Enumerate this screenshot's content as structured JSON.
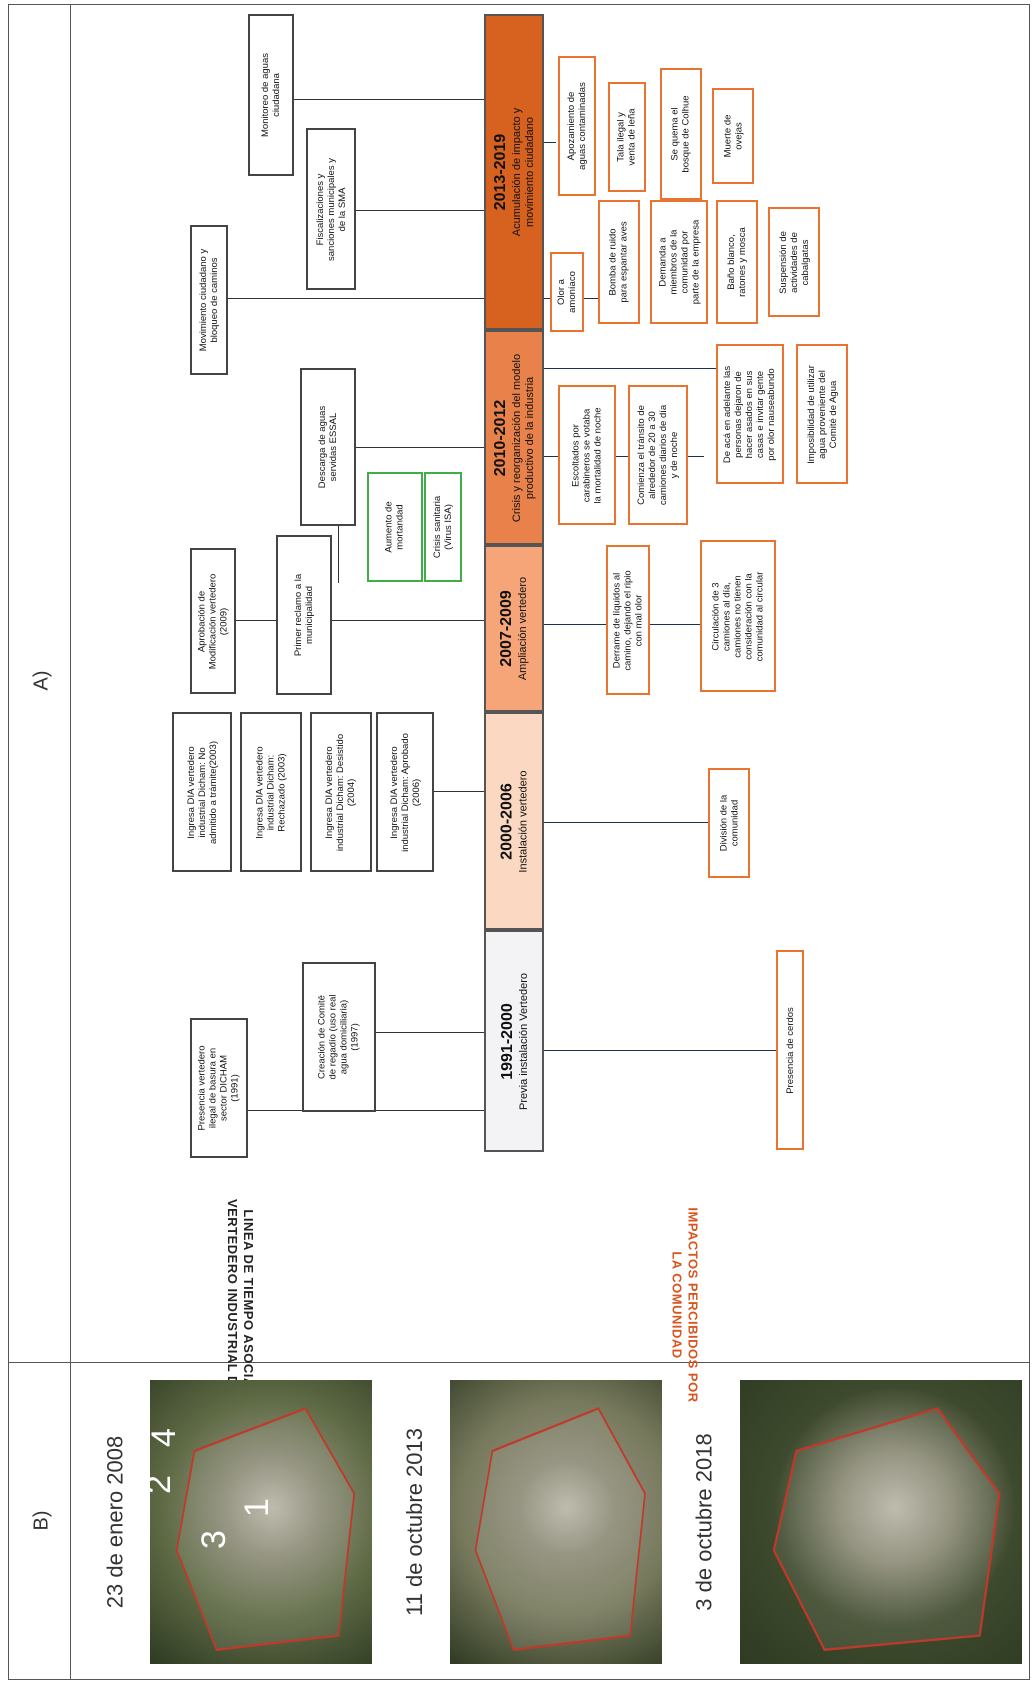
{
  "section_a_label": "A)",
  "section_b_label": "B)",
  "timeline_label": [
    "LINEA DE TIEMPO ASOCIADA A",
    "VERTEDERO INDUSTRIAL DICHAM"
  ],
  "impacts_label": [
    "IMPACTOS PERCIBIDOS POR",
    "LA COMUNIDAD"
  ],
  "periods": [
    {
      "years": "1991-2000",
      "title": [
        "Previa instalación Vertedero"
      ],
      "color": "#f3f3f6"
    },
    {
      "years": "2000-2006",
      "title": [
        "Instalación vertedero"
      ],
      "color": "#fbd8c1"
    },
    {
      "years": "2007-2009",
      "title": [
        "Ampliación vertedero"
      ],
      "color": "#f6a579"
    },
    {
      "years": "2010-2012",
      "title": [
        "Crisis y reorganización del modelo",
        "productivo de la industria"
      ],
      "color": "#e9814a"
    },
    {
      "years": "2013-2019",
      "title": [
        "Acumulación de impacto y",
        "movimiento ciudadano"
      ],
      "color": "#d7621f"
    }
  ],
  "events": [
    {
      "lines": [
        "Presencia vertedero",
        "ilegal de basura en",
        "sector DICHAM",
        "(1991)"
      ]
    },
    {
      "lines": [
        "Creación de Comité",
        "de regadío (uso real",
        "agua domiciliaria)",
        "(1997)"
      ]
    },
    {
      "lines": [
        "Ingresa DIA vertedero",
        "industrial Dicham: No",
        "admitido a trámite(2003)"
      ]
    },
    {
      "lines": [
        "Ingresa DIA vertedero",
        "industrial Dicham:",
        "Rechazado (2003)"
      ]
    },
    {
      "lines": [
        "Ingresa DIA vertedero",
        "industrial Dicham: Desistido",
        "(2004)"
      ]
    },
    {
      "lines": [
        "Ingresa DIA vertedero",
        "industrial Dicham: Aprobado",
        "(2006)"
      ]
    },
    {
      "lines": [
        "Aprobación de",
        "Modificación vertedero",
        "(2009)"
      ]
    },
    {
      "lines": [
        "Primer reclamo a la",
        "municipalidad"
      ]
    },
    {
      "lines": [
        "Aumento de",
        "mortandad"
      ]
    },
    {
      "lines": [
        "Crisis sanitaria",
        "(Virus ISA)"
      ]
    },
    {
      "lines": [
        "Descarga de aguas",
        "servidas ESSAL"
      ]
    },
    {
      "lines": [
        "Movimiento ciudadano y",
        "bloqueo de caminos"
      ]
    },
    {
      "lines": [
        "Fiscalizaciones y",
        "sanciones municipales y",
        "de la SMA"
      ]
    },
    {
      "lines": [
        "Monitoreo de aguas",
        "ciudadana"
      ]
    }
  ],
  "impacts": [
    {
      "lines": [
        "Presencia de cerdos"
      ]
    },
    {
      "lines": [
        "División de la",
        "comunidad"
      ]
    },
    {
      "lines": [
        "Derrame de líquidos al",
        "camino, dejando el ripio",
        "con mal olor"
      ]
    },
    {
      "lines": [
        "Circulación de 3",
        "camiones al día,",
        "camiones no tienen",
        "consideración con la",
        "comunidad al circular"
      ]
    },
    {
      "lines": [
        "Escoltados por",
        "carabineros se votaba",
        "la mortalidad de noche"
      ]
    },
    {
      "lines": [
        "Comienza el tránsito de",
        "alrededor de 20 a 30",
        "camiones diarios de día",
        "y de noche"
      ]
    },
    {
      "lines": [
        "De acá en adelante las",
        "personas dejaron de",
        "hacer asados en sus",
        "casas e invitar gente",
        "por olor nauseabundo"
      ]
    },
    {
      "lines": [
        "Imposibilidad de utilizar",
        "agua proveniente del",
        "Comité de Agua"
      ]
    },
    {
      "lines": [
        "Olor a",
        "amoníaco"
      ]
    },
    {
      "lines": [
        "Bomba de ruido",
        "para espantar aves"
      ]
    },
    {
      "lines": [
        "Demanda a",
        "miembros de la",
        "comunidad por",
        "parte de la empresa"
      ]
    },
    {
      "lines": [
        "Baño blanco,",
        "ratones y mosca"
      ]
    },
    {
      "lines": [
        "Suspensión de",
        "actividades de",
        "cabalgatas"
      ]
    },
    {
      "lines": [
        "Apozamiento de",
        "aguas contaminadas"
      ]
    },
    {
      "lines": [
        "Tala ilegal y",
        "venta de leña"
      ]
    },
    {
      "lines": [
        "Se quema el",
        "bosque de Colhue"
      ]
    },
    {
      "lines": [
        "Muerte de",
        "ovejas"
      ]
    }
  ],
  "photos": [
    {
      "date": "23 de enero 2008",
      "markers": [
        "3",
        "2",
        "1",
        "4"
      ]
    },
    {
      "date": "11 de octubre 2013",
      "markers": []
    },
    {
      "date": "3 de octubre 2018",
      "markers": []
    }
  ],
  "colors": {
    "event_border": "#444444",
    "impact_border": "#e8742f",
    "crisis_border": "#3fae49",
    "connector": "#333333"
  }
}
